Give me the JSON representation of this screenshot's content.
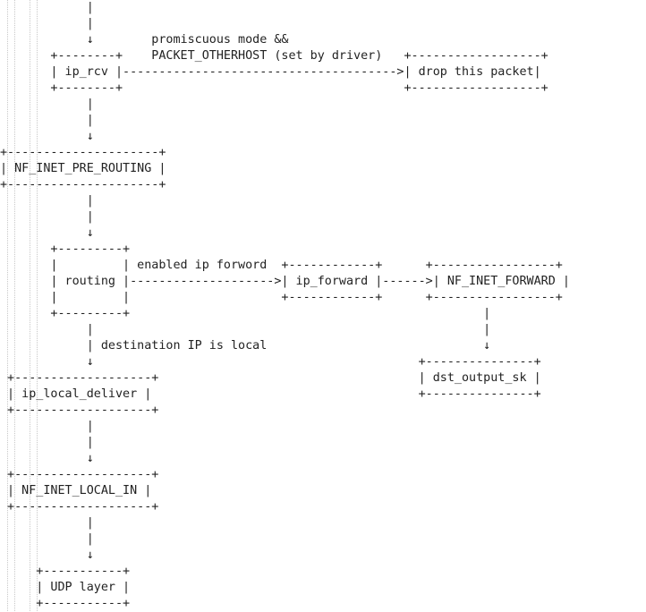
{
  "lines": [
    "            |",
    "            |",
    "            ↓        promiscuous mode &&",
    "       +--------+    PACKET_OTHERHOST (set by driver)   +------------------+",
    "       | ip_rcv |-------------------------------------->| drop this packet|",
    "       +--------+                                       +------------------+",
    "            |",
    "            |",
    "            ↓",
    "+---------------------+",
    "| NF_INET_PRE_ROUTING |",
    "+---------------------+",
    "            |",
    "            |",
    "            ↓",
    "       +---------+",
    "       |         | enabled ip forword  +------------+      +-----------------+",
    "       | routing |-------------------->| ip_forward |------>| NF_INET_FORWARD |",
    "       |         |                     +------------+      +-----------------+",
    "       +---------+                                                 |",
    "            |                                                      |",
    "            | destination IP is local                              ↓",
    "            ↓                                             +---------------+",
    " +-------------------+                                    | dst_output_sk |",
    " | ip_local_deliver |                                     +---------------+",
    " +-------------------+",
    "            |",
    "            |",
    "            ↓",
    " +-------------------+",
    " | NF_INET_LOCAL_IN |",
    " +-------------------+",
    "            |",
    "            |",
    "            ↓",
    "     +-----------+",
    "     | UDP layer |",
    "     +-----------+"
  ]
}
